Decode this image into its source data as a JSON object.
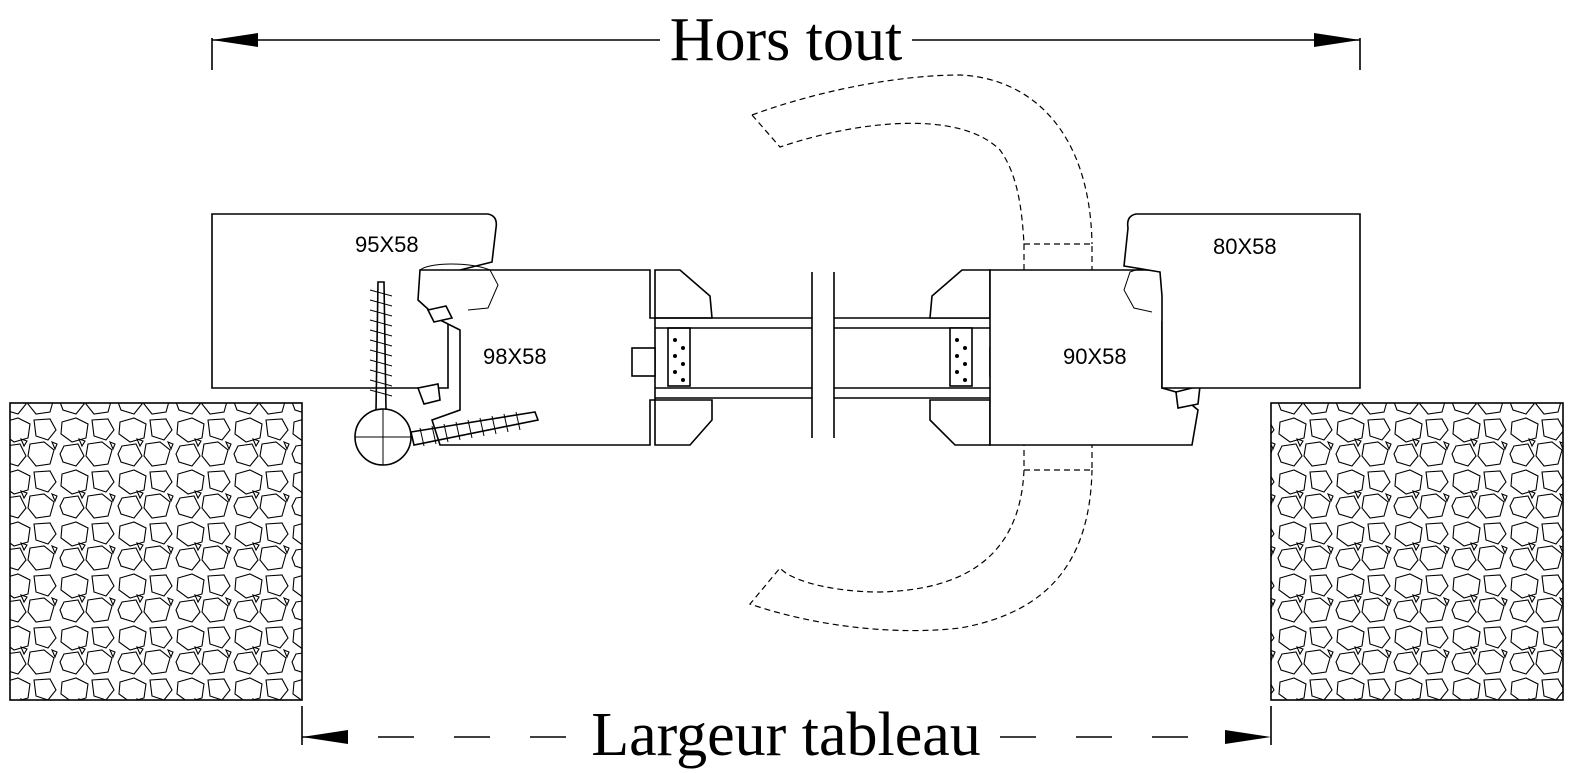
{
  "dimensions": {
    "overall_label": "Hors tout",
    "opening_label": "Largeur tableau"
  },
  "parts": {
    "left_frame": "95X58",
    "left_sash": "98X58",
    "right_sash": "90X58",
    "right_frame": "80X58"
  },
  "colors": {
    "line": "#000000",
    "background": "#ffffff"
  }
}
